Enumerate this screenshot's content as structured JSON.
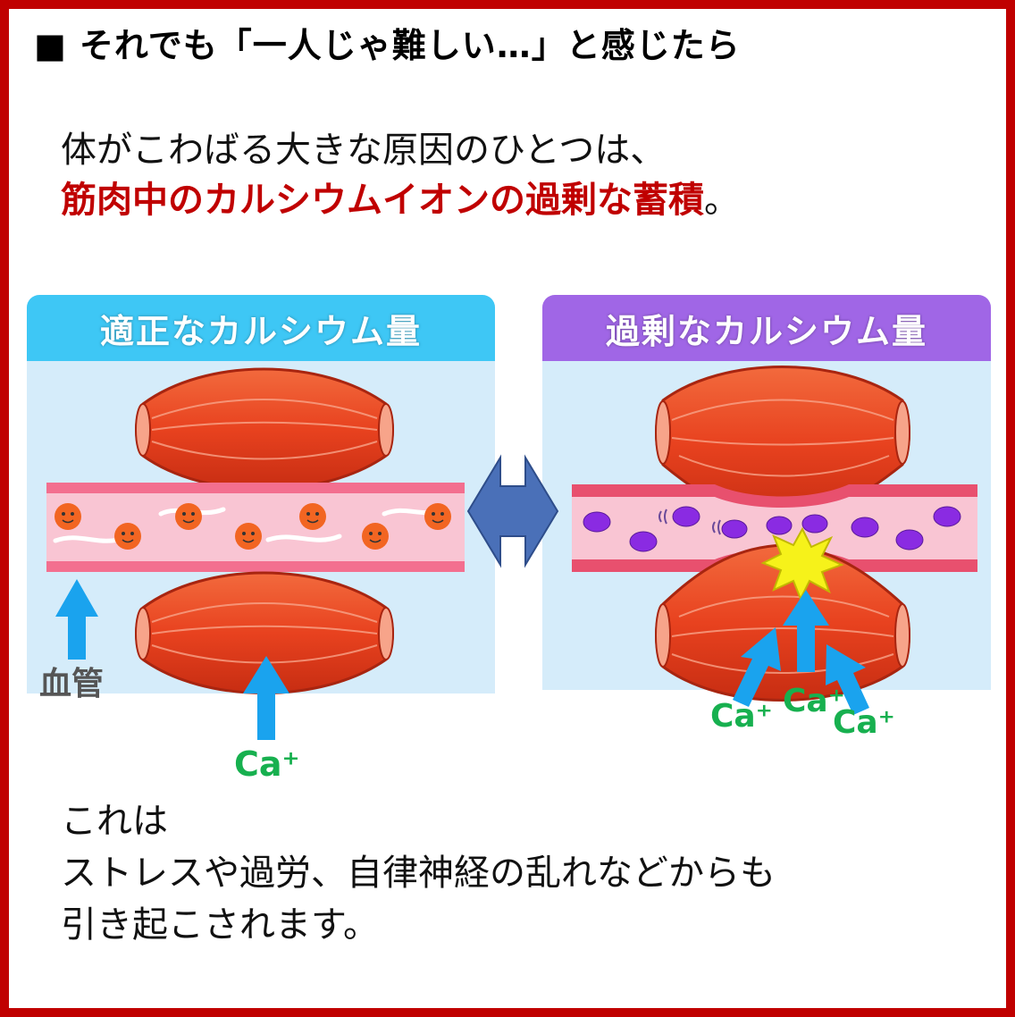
{
  "heading": {
    "marker": "■",
    "text": "それでも「一人じゃ難しい…」と感じたら"
  },
  "intro": {
    "line1": "体がこわばる大きな原因のひとつは、",
    "line2_highlight": "筋肉中のカルシウムイオンの過剰な蓄積",
    "line2_end": "。"
  },
  "panels": {
    "left_title": "適正なカルシウム量",
    "right_title": "過剰なカルシウム量"
  },
  "labels": {
    "blood_vessel": "血管",
    "ca_left": "Ca⁺",
    "ca_right_1": "Ca⁺",
    "ca_right_2": "Ca⁺",
    "ca_right_3": "Ca⁺"
  },
  "outro": {
    "line1": "これは",
    "line2": "ストレスや過労、自律神経の乱れなどからも",
    "line3": "引き起こされます。"
  },
  "colors": {
    "frame": "#c00000",
    "highlight": "#c00000",
    "banner_left": "#3ec7f5",
    "banner_right": "#a066e6",
    "panel_bg": "#d5ecfa",
    "ca_text": "#17b04f",
    "arrow": "#1aa3ee",
    "muscle": "#e8421f",
    "ion_normal": "#f26522",
    "ion_excess": "#8a2be2"
  },
  "icons": {
    "double_arrow": "left-right-arrow-icon",
    "blue_arrow": "up-arrow-icon",
    "spark": "burst-icon"
  }
}
